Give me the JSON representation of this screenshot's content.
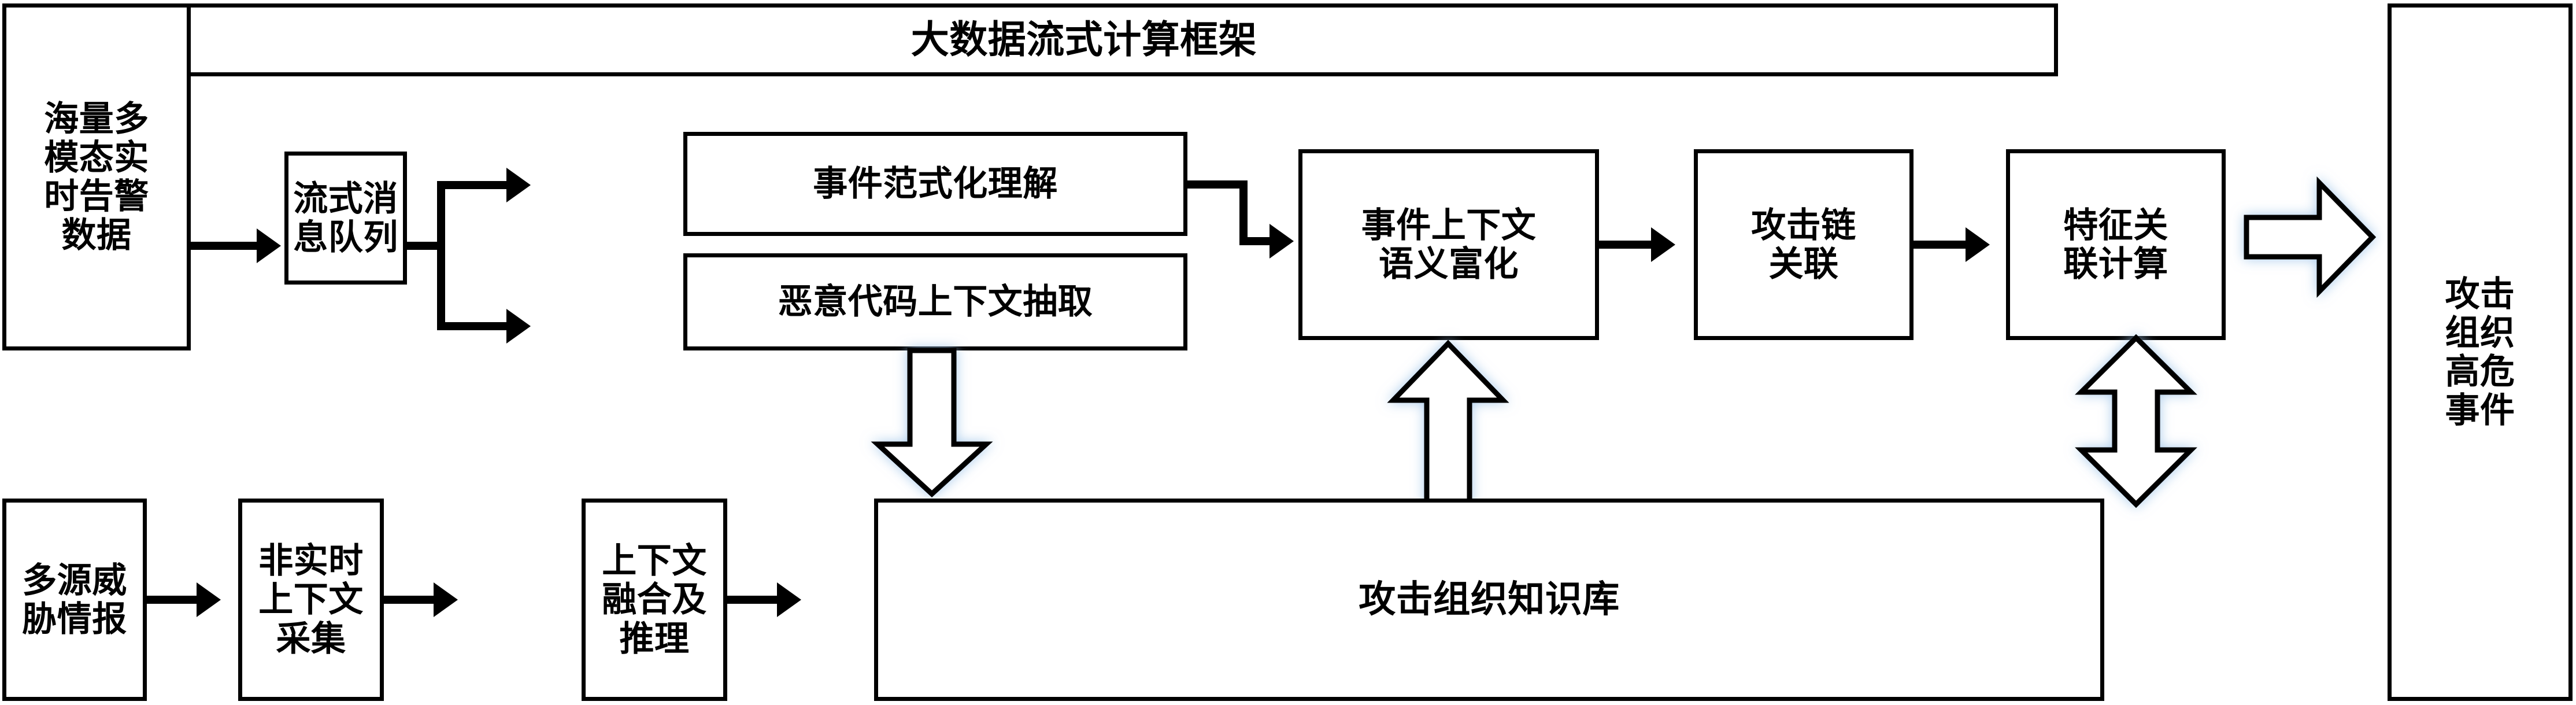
{
  "diagram": {
    "title": "大数据流式计算框架",
    "type": "flow-diagram",
    "colors": {
      "stroke": "#000000",
      "background": "#ffffff",
      "arrow_glow": "#bcd6ef"
    },
    "banner": {
      "label": "大数据流式计算框架"
    },
    "nodes": [
      {
        "id": "massive-alert-data",
        "label": "海量多\n模态实\n时告警\n数据"
      },
      {
        "id": "stream-message-queue",
        "label": "流式消\n息队列"
      },
      {
        "id": "event-normalization",
        "label": "事件范式化理解"
      },
      {
        "id": "malicious-code-context",
        "label": "恶意代码上下文抽取"
      },
      {
        "id": "event-context-enrichment",
        "label": "事件上下文\n语义富化"
      },
      {
        "id": "attack-chain-correlation",
        "label": "攻击链\n关联"
      },
      {
        "id": "feature-correlation-compute",
        "label": "特征关\n联计算"
      },
      {
        "id": "high-risk-event-output",
        "label": "攻击\n组织\n高危\n事件"
      },
      {
        "id": "multi-source-threat-intel",
        "label": "多源威\n胁情报"
      },
      {
        "id": "non-realtime-collection",
        "label": "非实时\n上下文\n采集"
      },
      {
        "id": "context-fusion-reasoning",
        "label": "上下文\n融合及\n推理"
      },
      {
        "id": "attack-org-knowledge-base",
        "label": "攻击组织知识库"
      }
    ],
    "edges": [
      {
        "id": "e1",
        "from": "massive-alert-data",
        "to": "stream-message-queue",
        "style": "line-arrow",
        "direction": "right"
      },
      {
        "id": "e2",
        "from": "stream-message-queue",
        "to": "event-normalization",
        "style": "fork-arrow",
        "direction": "right"
      },
      {
        "id": "e3",
        "from": "stream-message-queue",
        "to": "malicious-code-context",
        "style": "fork-arrow",
        "direction": "right"
      },
      {
        "id": "e4",
        "from": "event-normalization",
        "to": "event-context-enrichment",
        "style": "elbow-arrow",
        "direction": "right"
      },
      {
        "id": "e5",
        "from": "malicious-code-context",
        "to": "event-context-enrichment",
        "style": "elbow-arrow",
        "direction": "right"
      },
      {
        "id": "e6",
        "from": "event-context-enrichment",
        "to": "attack-chain-correlation",
        "style": "line-arrow",
        "direction": "right"
      },
      {
        "id": "e7",
        "from": "attack-chain-correlation",
        "to": "feature-correlation-compute",
        "style": "line-arrow",
        "direction": "right"
      },
      {
        "id": "e8",
        "from": "feature-correlation-compute",
        "to": "high-risk-event-output",
        "style": "block-arrow",
        "direction": "right"
      },
      {
        "id": "e9",
        "from": "malicious-code-context",
        "to": "attack-org-knowledge-base",
        "style": "block-arrow",
        "direction": "down"
      },
      {
        "id": "e10",
        "from": "attack-org-knowledge-base",
        "to": "event-context-enrichment",
        "style": "block-arrow",
        "direction": "up"
      },
      {
        "id": "e11",
        "from": "feature-correlation-compute",
        "to": "attack-org-knowledge-base",
        "style": "block-arrow",
        "direction": "up-down"
      },
      {
        "id": "e12",
        "from": "multi-source-threat-intel",
        "to": "non-realtime-collection",
        "style": "line-arrow",
        "direction": "right"
      },
      {
        "id": "e13",
        "from": "non-realtime-collection",
        "to": "context-fusion-reasoning",
        "style": "line-arrow",
        "direction": "right"
      },
      {
        "id": "e14",
        "from": "context-fusion-reasoning",
        "to": "attack-org-knowledge-base",
        "style": "line-arrow",
        "direction": "right"
      }
    ]
  }
}
